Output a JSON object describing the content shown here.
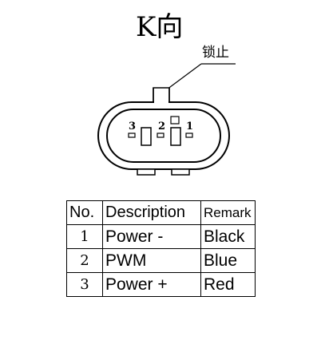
{
  "view_title": "K向",
  "callout_label": "锁止",
  "pin_numbers": [
    "3",
    "2",
    "1"
  ],
  "table": {
    "headers": [
      "No.",
      "Description",
      "Remark"
    ],
    "rows": [
      {
        "no": "1",
        "description": "Power -",
        "remark": "Black"
      },
      {
        "no": "2",
        "description": "PWM",
        "remark": "Blue"
      },
      {
        "no": "3",
        "description": "Power +",
        "remark": "Red"
      }
    ]
  }
}
